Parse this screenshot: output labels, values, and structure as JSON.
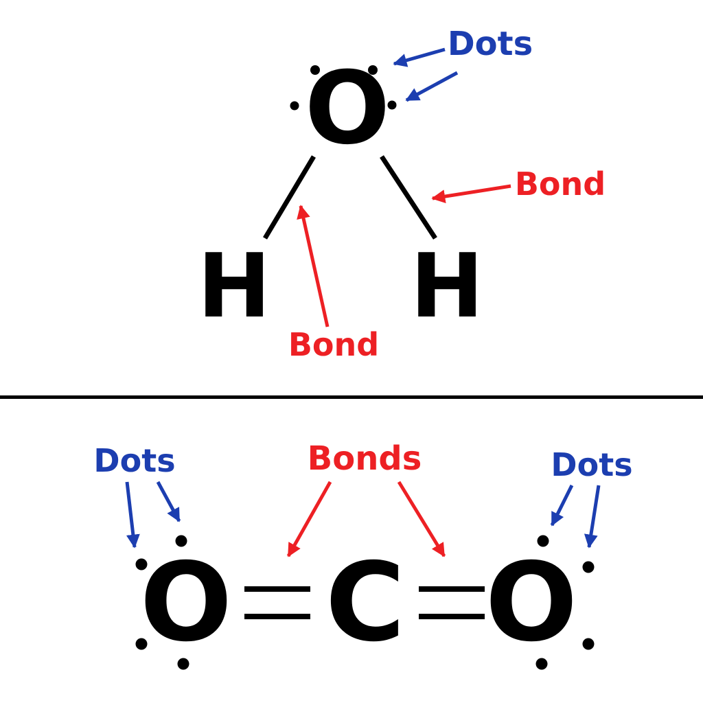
{
  "colors": {
    "blue": "#1c3eb0",
    "red": "#ed2024",
    "black": "#000000",
    "background": "#ffffff"
  },
  "water_diagram": {
    "atoms": {
      "oxygen": "O",
      "hydrogen_left": "H",
      "hydrogen_right": "H"
    },
    "labels": {
      "dots": "Dots",
      "bond_right": "Bond",
      "bond_bottom": "Bond"
    },
    "lone_pair_dot_count": 4,
    "single_bond_count": 2
  },
  "co2_diagram": {
    "atoms": {
      "oxygen_left": "O",
      "carbon": "C",
      "oxygen_right": "O"
    },
    "labels": {
      "dots_left": "Dots",
      "bonds": "Bonds",
      "dots_right": "Dots"
    },
    "lone_pair_dot_count_per_oxygen": 4,
    "double_bond_count": 2
  }
}
